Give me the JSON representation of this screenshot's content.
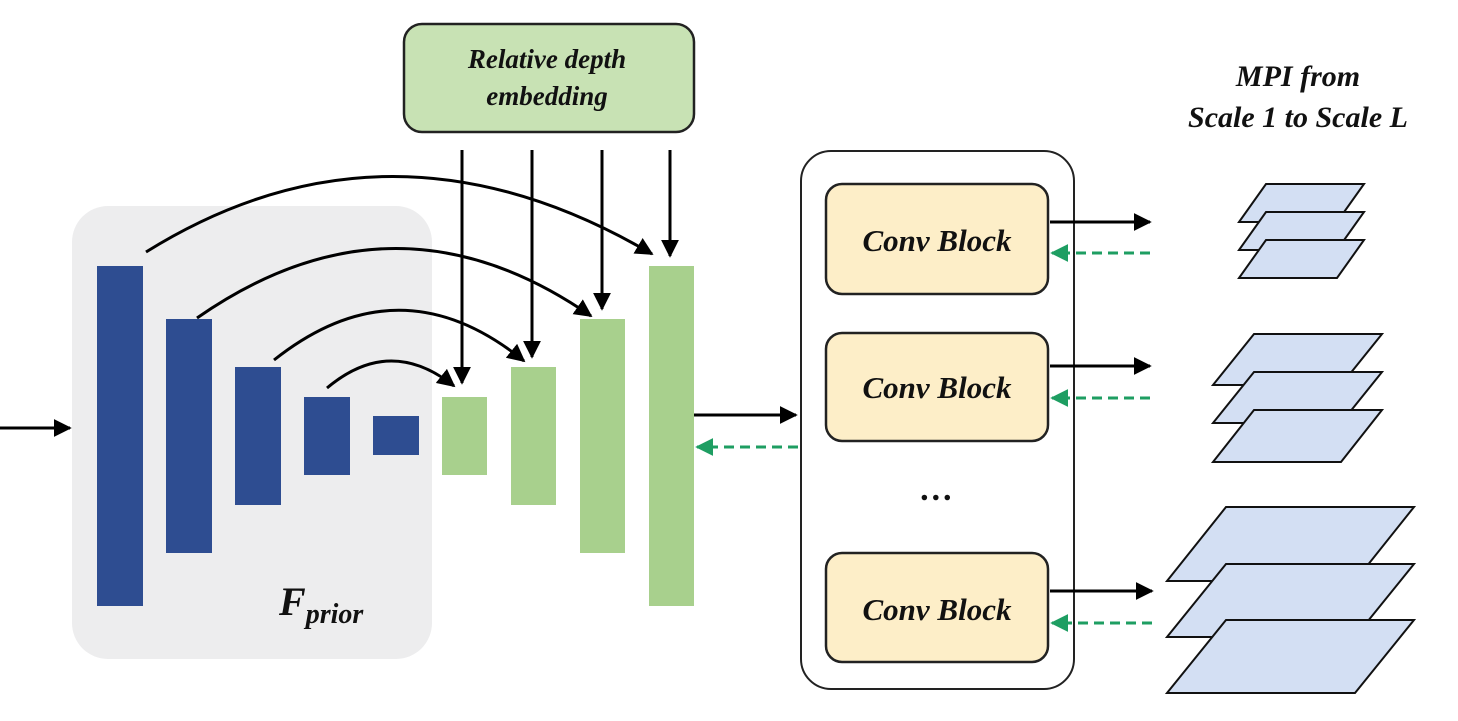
{
  "labels": {
    "depth_line1": "Relative depth",
    "depth_line2": "embedding",
    "mpi_line1": "MPI from",
    "mpi_line2": "Scale 1 to Scale L",
    "prior_main": "F",
    "prior_sub": "prior",
    "conv_block": [
      "Conv Block",
      "Conv Block",
      "Conv Block"
    ],
    "ellipsis": "…"
  },
  "colors": {
    "encoder": "#2e4d91",
    "decoder": "#a8d08d",
    "embedding_fill": "#c8e2b4",
    "conv_fill": "#fdeec8",
    "prior_bg": "#ededee",
    "plane_fill": "#d3dff3",
    "dashed_arrow": "#1e9e62",
    "arrow": "#000000"
  },
  "icons": {
    "encoder_bars": "encoder-bar",
    "decoder_bars": "decoder-bar",
    "mpi_planes": "mpi-plane-stack"
  }
}
